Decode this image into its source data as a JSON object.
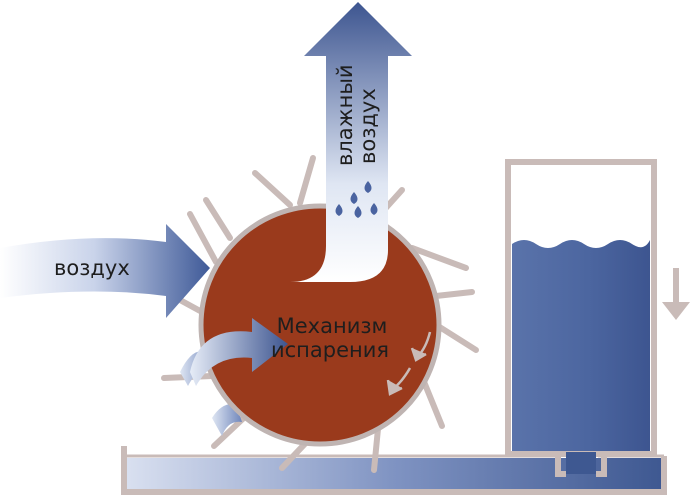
{
  "labels": {
    "air_in": "воздух",
    "humid_air_line1": "влажный",
    "humid_air_line2": "воздух",
    "mechanism_line1": "Механизм",
    "mechanism_line2": "испарения"
  },
  "colors": {
    "drum": "#9a3a1c",
    "drum_rim": "#bfb4b2",
    "water_dark": "#3e5891",
    "water_light": "#dce3f1",
    "frame": "#c9bbb8",
    "text": "#1e1e1e"
  }
}
